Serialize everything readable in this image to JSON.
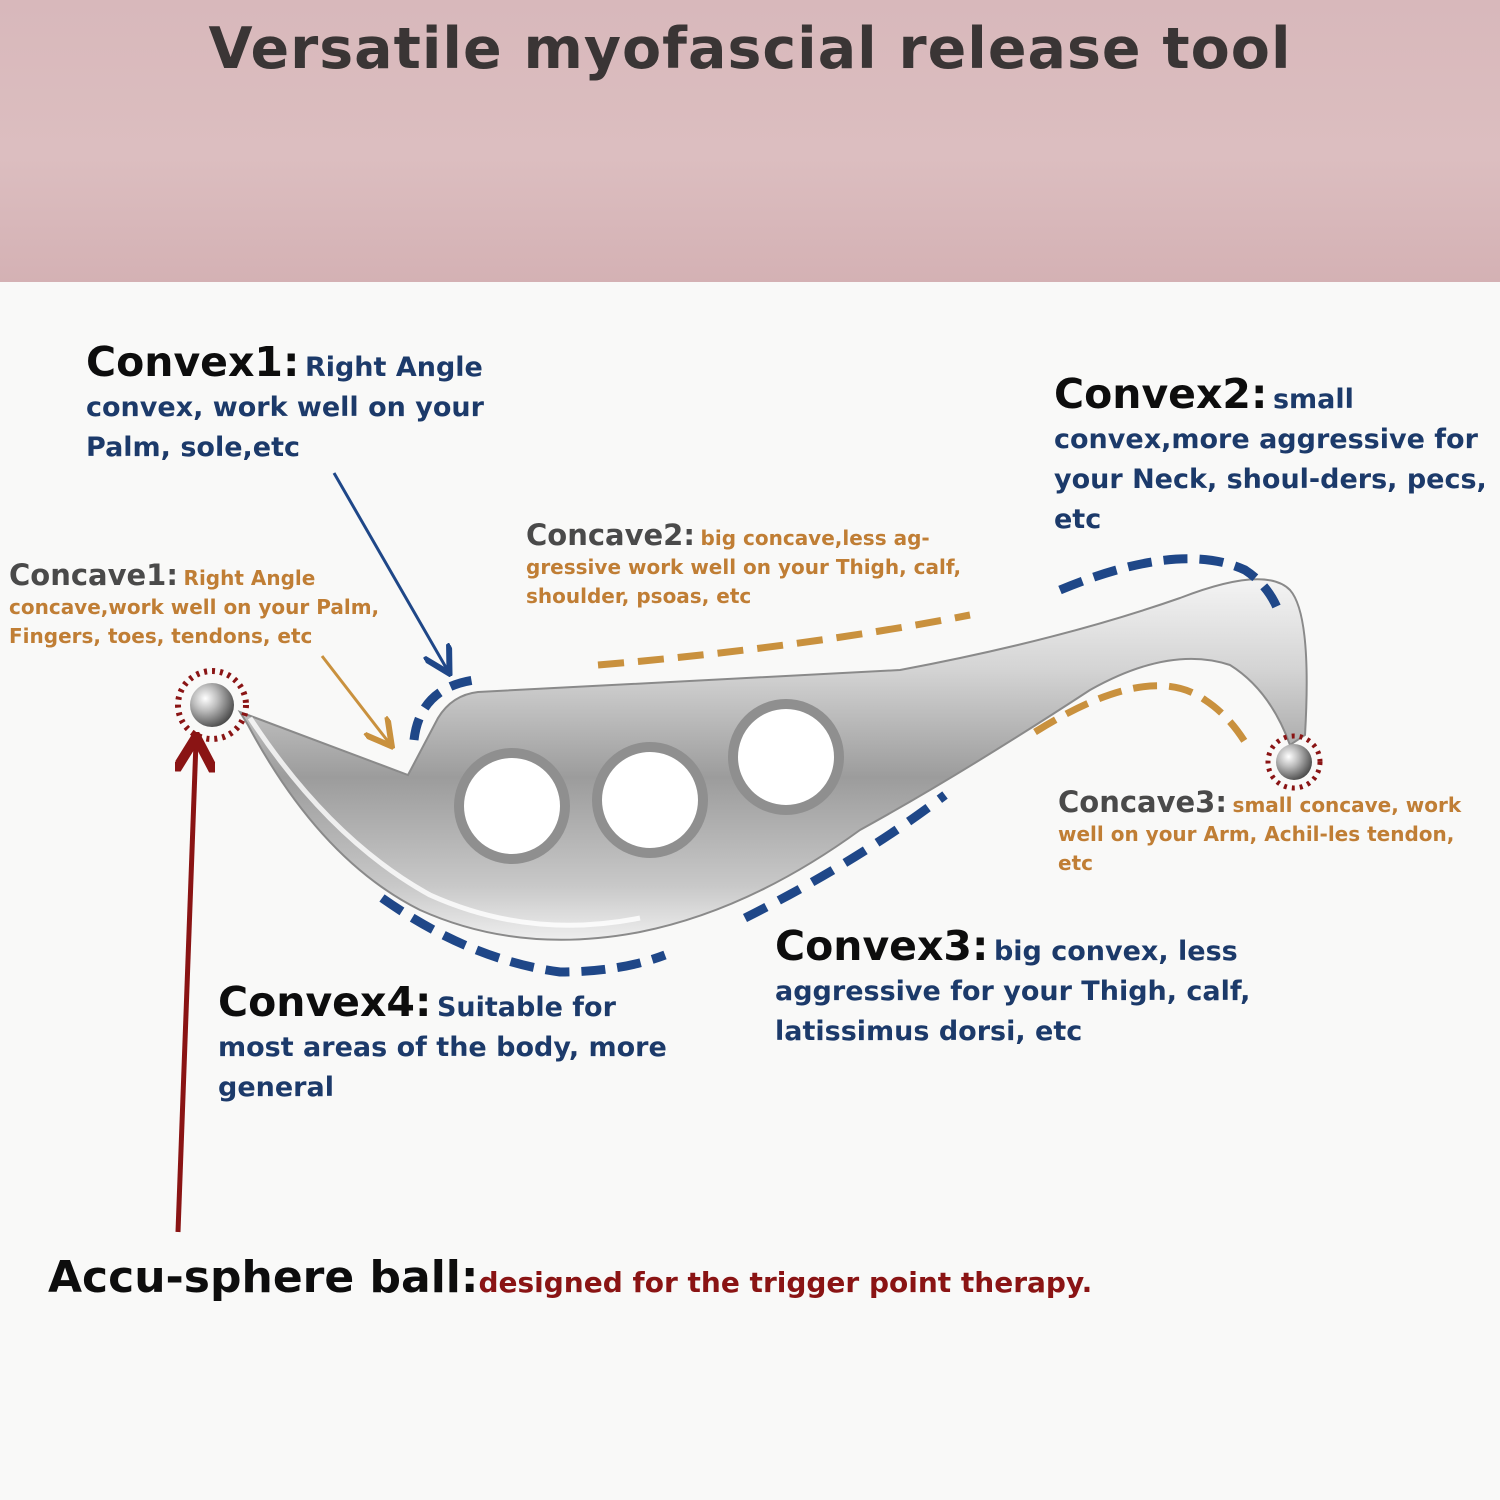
{
  "title": "Versatile myofascial release tool",
  "labels": {
    "convex1": {
      "heading": "Convex1:",
      "text": "Right Angle convex, work well on your Palm, sole,etc"
    },
    "convex2": {
      "heading": "Convex2:",
      "text": "small convex,more aggressive for your Neck, shoul-ders, pecs, etc"
    },
    "convex3": {
      "heading": "Convex3:",
      "text": "big convex, less aggressive for your Thigh, calf, latissimus dorsi, etc"
    },
    "convex4": {
      "heading": "Convex4:",
      "text": "Suitable for most areas of the body, more general"
    },
    "concave1": {
      "heading": "Concave1:",
      "text": "Right Angle concave,work well on your Palm, Fingers, toes, tendons, etc"
    },
    "concave2": {
      "heading": "Concave2:",
      "text": "big concave,less ag-gressive work well on your Thigh, calf, shoulder, psoas, etc"
    },
    "concave3": {
      "heading": "Concave3:",
      "text": "small concave, work well on your Arm, Achil-les tendon, etc"
    },
    "accu_sphere": {
      "heading": "Accu-sphere ball:",
      "text": "designed for the trigger point therapy."
    }
  },
  "colors": {
    "header_bg": "#d9bbbe",
    "convex_text": "#1c3a6a",
    "concave_text": "#c07e35",
    "accu_text": "#8a1414",
    "convex_dash": "#1f4788",
    "concave_dash": "#c9913e"
  }
}
